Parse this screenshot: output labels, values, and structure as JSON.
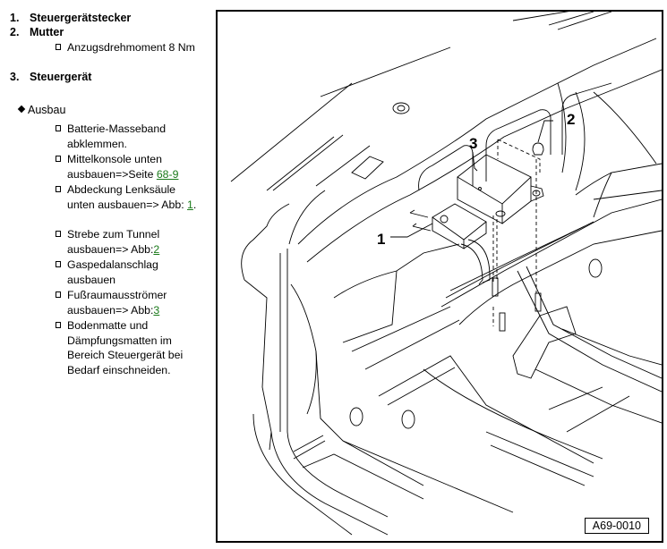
{
  "legend": {
    "items": [
      {
        "number": "1.",
        "label": "Steuergerätstecker"
      },
      {
        "number": "2.",
        "label": "Mutter",
        "sub": "Anzugsdrehmoment 8 Nm"
      },
      {
        "number": "3.",
        "label": "Steuergerät"
      }
    ]
  },
  "procedure": {
    "heading": "Ausbau",
    "steps": [
      {
        "text": "Batterie-Masseband abklemmen."
      },
      {
        "text": "Mittelkonsole unten ausbauen=>Seite ",
        "link": "68-9"
      },
      {
        "text": "Abdeckung Lenksäule unten ausbauen=> Abb: ",
        "link": "1",
        "suffix": "."
      },
      {
        "text": "Strebe zum Tunnel ausbauen=> Abb:",
        "link": "2"
      },
      {
        "text": "Gaspedalanschlag ausbauen"
      },
      {
        "text": "Fußraumausströmer ausbauen=> Abb:",
        "link": "3"
      },
      {
        "text": "Bodenmatte und Dämpfungsmatten im Bereich Steuergerät bei Bedarf einschneiden."
      }
    ]
  },
  "figure": {
    "id": "A69-0010",
    "callouts": [
      "1",
      "2",
      "3"
    ]
  },
  "colors": {
    "link": "#1a7a1a",
    "line": "#000000"
  }
}
